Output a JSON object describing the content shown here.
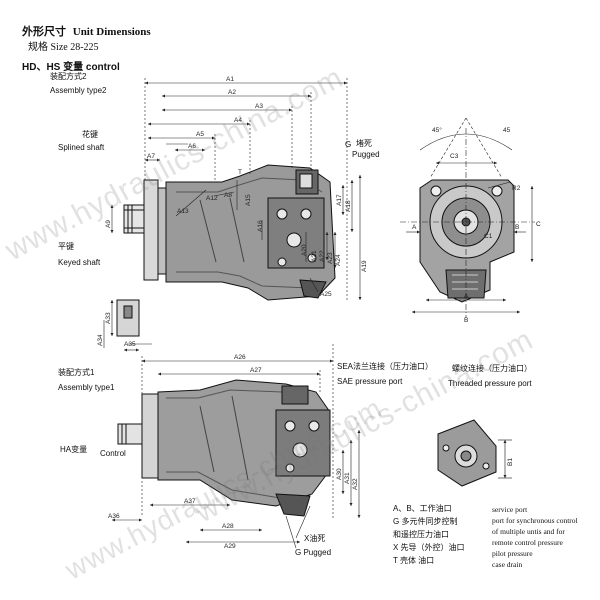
{
  "header": {
    "title_cn": "外形尺寸",
    "title_en": "Unit Dimensions",
    "size_cn": "规格",
    "size_en": "Size 28-225",
    "control": "HD、HS 变量 control",
    "assembly2_cn": "装配方式2",
    "assembly2_en": "Assembly type2"
  },
  "labels": {
    "splined_cn": "花键",
    "splined_en": "Splined shaft",
    "keyed_cn": "平键",
    "keyed_en": "Keyed shaft",
    "plugged_cn": "堵死",
    "plugged_en": "Pugged",
    "g_port": "G",
    "assembly1_cn": "装配方式1",
    "assembly1_en": "Assembly type1",
    "ha_cn": "HA变量",
    "ha_en": "Control",
    "sea_cn": "SEA法兰连接（压力油口）",
    "sae_en": "SAE pressure port",
    "threaded_cn": "螺纹连接（压力油口）",
    "threaded_en": "Threaded pressure port",
    "x_cn": "X油死",
    "g_plugged": "G Pugged"
  },
  "dimensions": {
    "top": [
      "A1",
      "A2",
      "A3",
      "A4",
      "A5",
      "A6",
      "A7",
      "A8",
      "A12",
      "A13",
      "A15",
      "A16",
      "A17",
      "A18",
      "A19",
      "A20",
      "A21",
      "A22",
      "A23",
      "A24",
      "A25",
      "A33",
      "A34",
      "A35",
      "A36",
      "A37",
      "A9"
    ],
    "top_text": {
      "a1": "A1",
      "a2": "A2",
      "a3": "A3",
      "a4": "A4",
      "a5": "A5",
      "a6": "A6",
      "a7": "A7",
      "a8": "A8",
      "a9": "A9",
      "a12": "A12",
      "a13": "A13",
      "a15": "A15",
      "a16": "A16",
      "a17": "A17",
      "a18": "A18",
      "a19": "A19",
      "a20": "A20",
      "a21": "A21",
      "a22": "A22",
      "a23": "A23",
      "a24": "A24",
      "a25": "A25",
      "a33": "A33",
      "a34": "A34",
      "a35": "A35",
      "t": "T"
    },
    "side": {
      "angle1": "45°",
      "angle2": "45",
      "c3": "C3",
      "r2": "R2",
      "c1": "C1",
      "a": "A",
      "b": "B",
      "c": "C",
      "a_arrow": "A",
      "b_arrow": "B"
    },
    "bottom": {
      "a26": "A26",
      "a27": "A27",
      "a28": "A28",
      "a29": "A29",
      "a30": "A30",
      "a31": "A31",
      "a32": "A32",
      "a36": "A36",
      "a37": "A37",
      "b1": "B1"
    }
  },
  "legend": {
    "left": [
      "A、B、工作油口",
      "G 多元件同步控制",
      "和遥控压力油口",
      "X  先导（外控）油口",
      "T  壳体 油口"
    ],
    "right": [
      "service port",
      "port for synchronous control",
      "of multiple untis and for",
      "remote control pressure",
      "pilot pressure",
      "case drain"
    ]
  },
  "watermark": [
    "www.hydraulics-china.com",
    "www.hydraulics-china.com",
    "www.hydraulics-china.com"
  ]
}
